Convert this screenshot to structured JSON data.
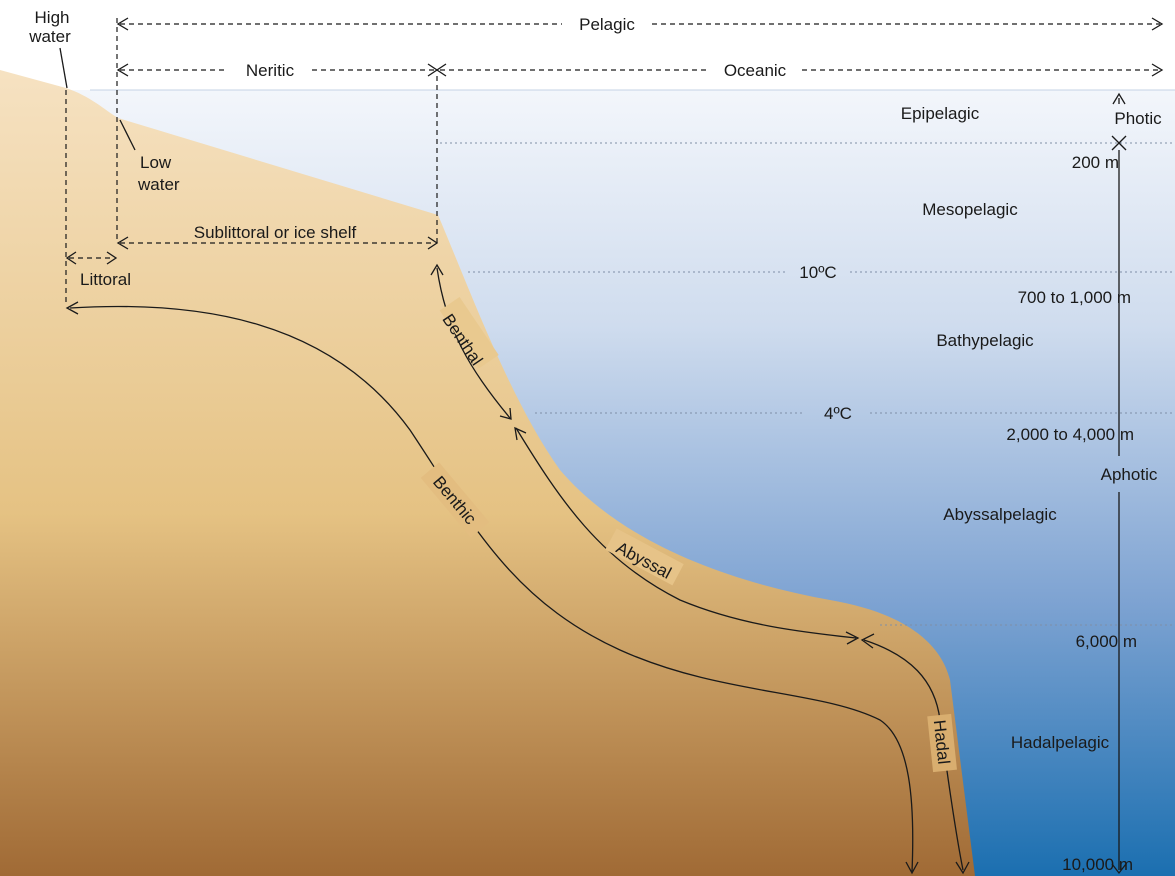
{
  "horizontal_zones": {
    "pelagic": "Pelagic",
    "neritic": "Neritic",
    "oceanic": "Oceanic"
  },
  "shore": {
    "high_water": [
      "High",
      "water"
    ],
    "low_water": [
      "Low",
      "water"
    ],
    "sublittoral": "Sublittoral or ice shelf",
    "littoral": "Littoral"
  },
  "benthic_zones": {
    "benthal": "Benthal",
    "benthic": "Benthic",
    "abyssal": "Abyssal",
    "hadal": "Hadal"
  },
  "pelagic_layers": [
    "Epipelagic",
    "Mesopelagic",
    "Bathypelagic",
    "Abyssalpelagic",
    "Hadalpelagic"
  ],
  "depths": [
    "200 m",
    "700 to 1,000 m",
    "2,000 to 4,000 m",
    "6,000 m",
    "10,000 m"
  ],
  "temperatures": [
    "10ºC",
    "4ºC"
  ],
  "light_zones": {
    "photic": "Photic",
    "aphotic": "Aphotic"
  },
  "colors": {
    "sea_top": "#f3f6fb",
    "sea_bottom": "#1b6fb0",
    "land_top": "#f6e2c2",
    "land_mid": "#e5c283",
    "land_bottom": "#a06a35"
  }
}
